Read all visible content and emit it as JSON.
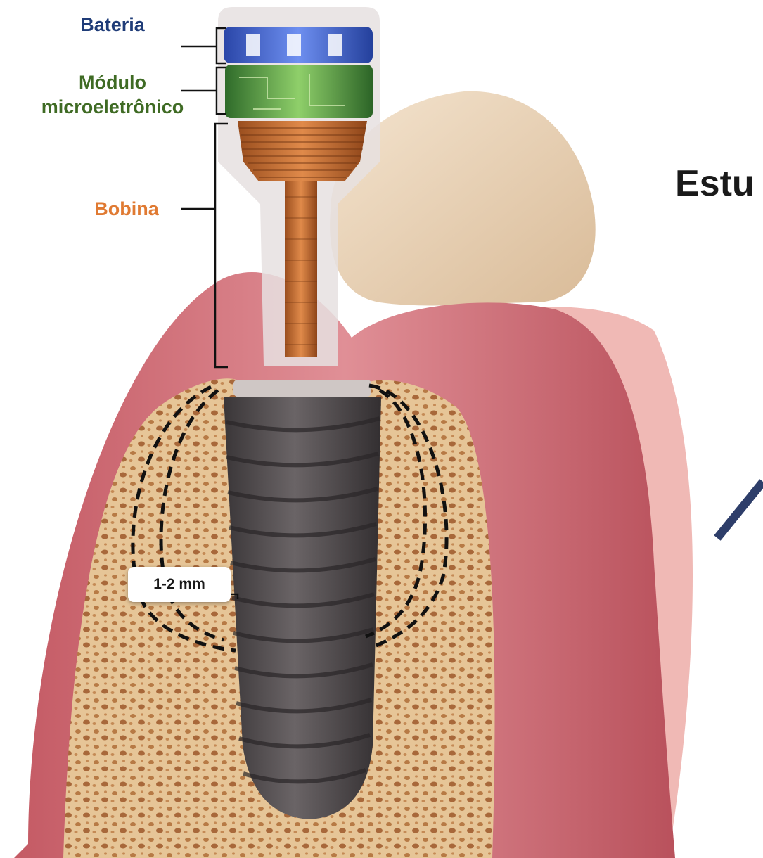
{
  "labels": {
    "bateria": "Bateria",
    "modulo": "Módulo",
    "microeletronico": "microeletrônico",
    "bobina": "Bobina",
    "gap": "1-2 mm"
  },
  "title_fragment": "Estu",
  "colors": {
    "bateria": "#1f3c78",
    "modulo": "#3f6b24",
    "bobina": "#e07a32",
    "gum": "#d97f86",
    "bone": "#e8c9a0",
    "implant": "#4e4a4c",
    "crown": "#e8d3ba",
    "accent_line": "#2e3e6a"
  }
}
